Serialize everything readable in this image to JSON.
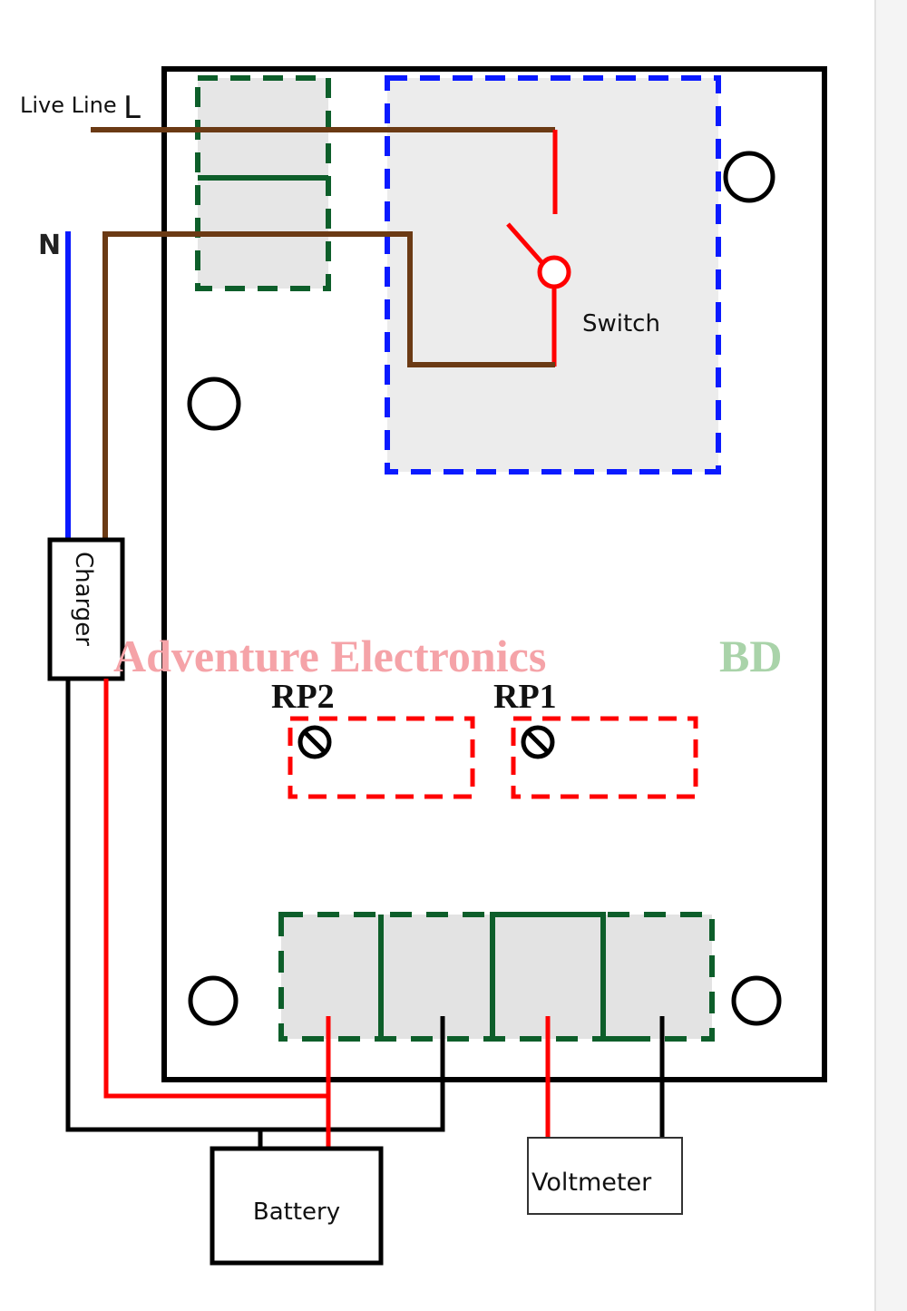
{
  "labels": {
    "live_line": "Live Line",
    "live_letter": "L",
    "neutral_letter": "N",
    "switch": "Switch",
    "charger": "Charger",
    "rp2": "RP2",
    "rp1": "RP1",
    "battery": "Battery",
    "voltmeter": "Voltmeter"
  },
  "watermark": {
    "main": "Adventure Electronics",
    "suffix": "BD"
  },
  "colors": {
    "live_wire": "#6b3a14",
    "neutral_wire": "#0a1aff",
    "positive_wire": "#ff0000",
    "negative_wire": "#000000",
    "terminal_outline": "#0d5e2a",
    "switch_outline": "#0a1aff",
    "pot_outline": "#ff0000",
    "watermark_main": "#f5a3a8",
    "watermark_suffix": "#a9d3a9"
  }
}
